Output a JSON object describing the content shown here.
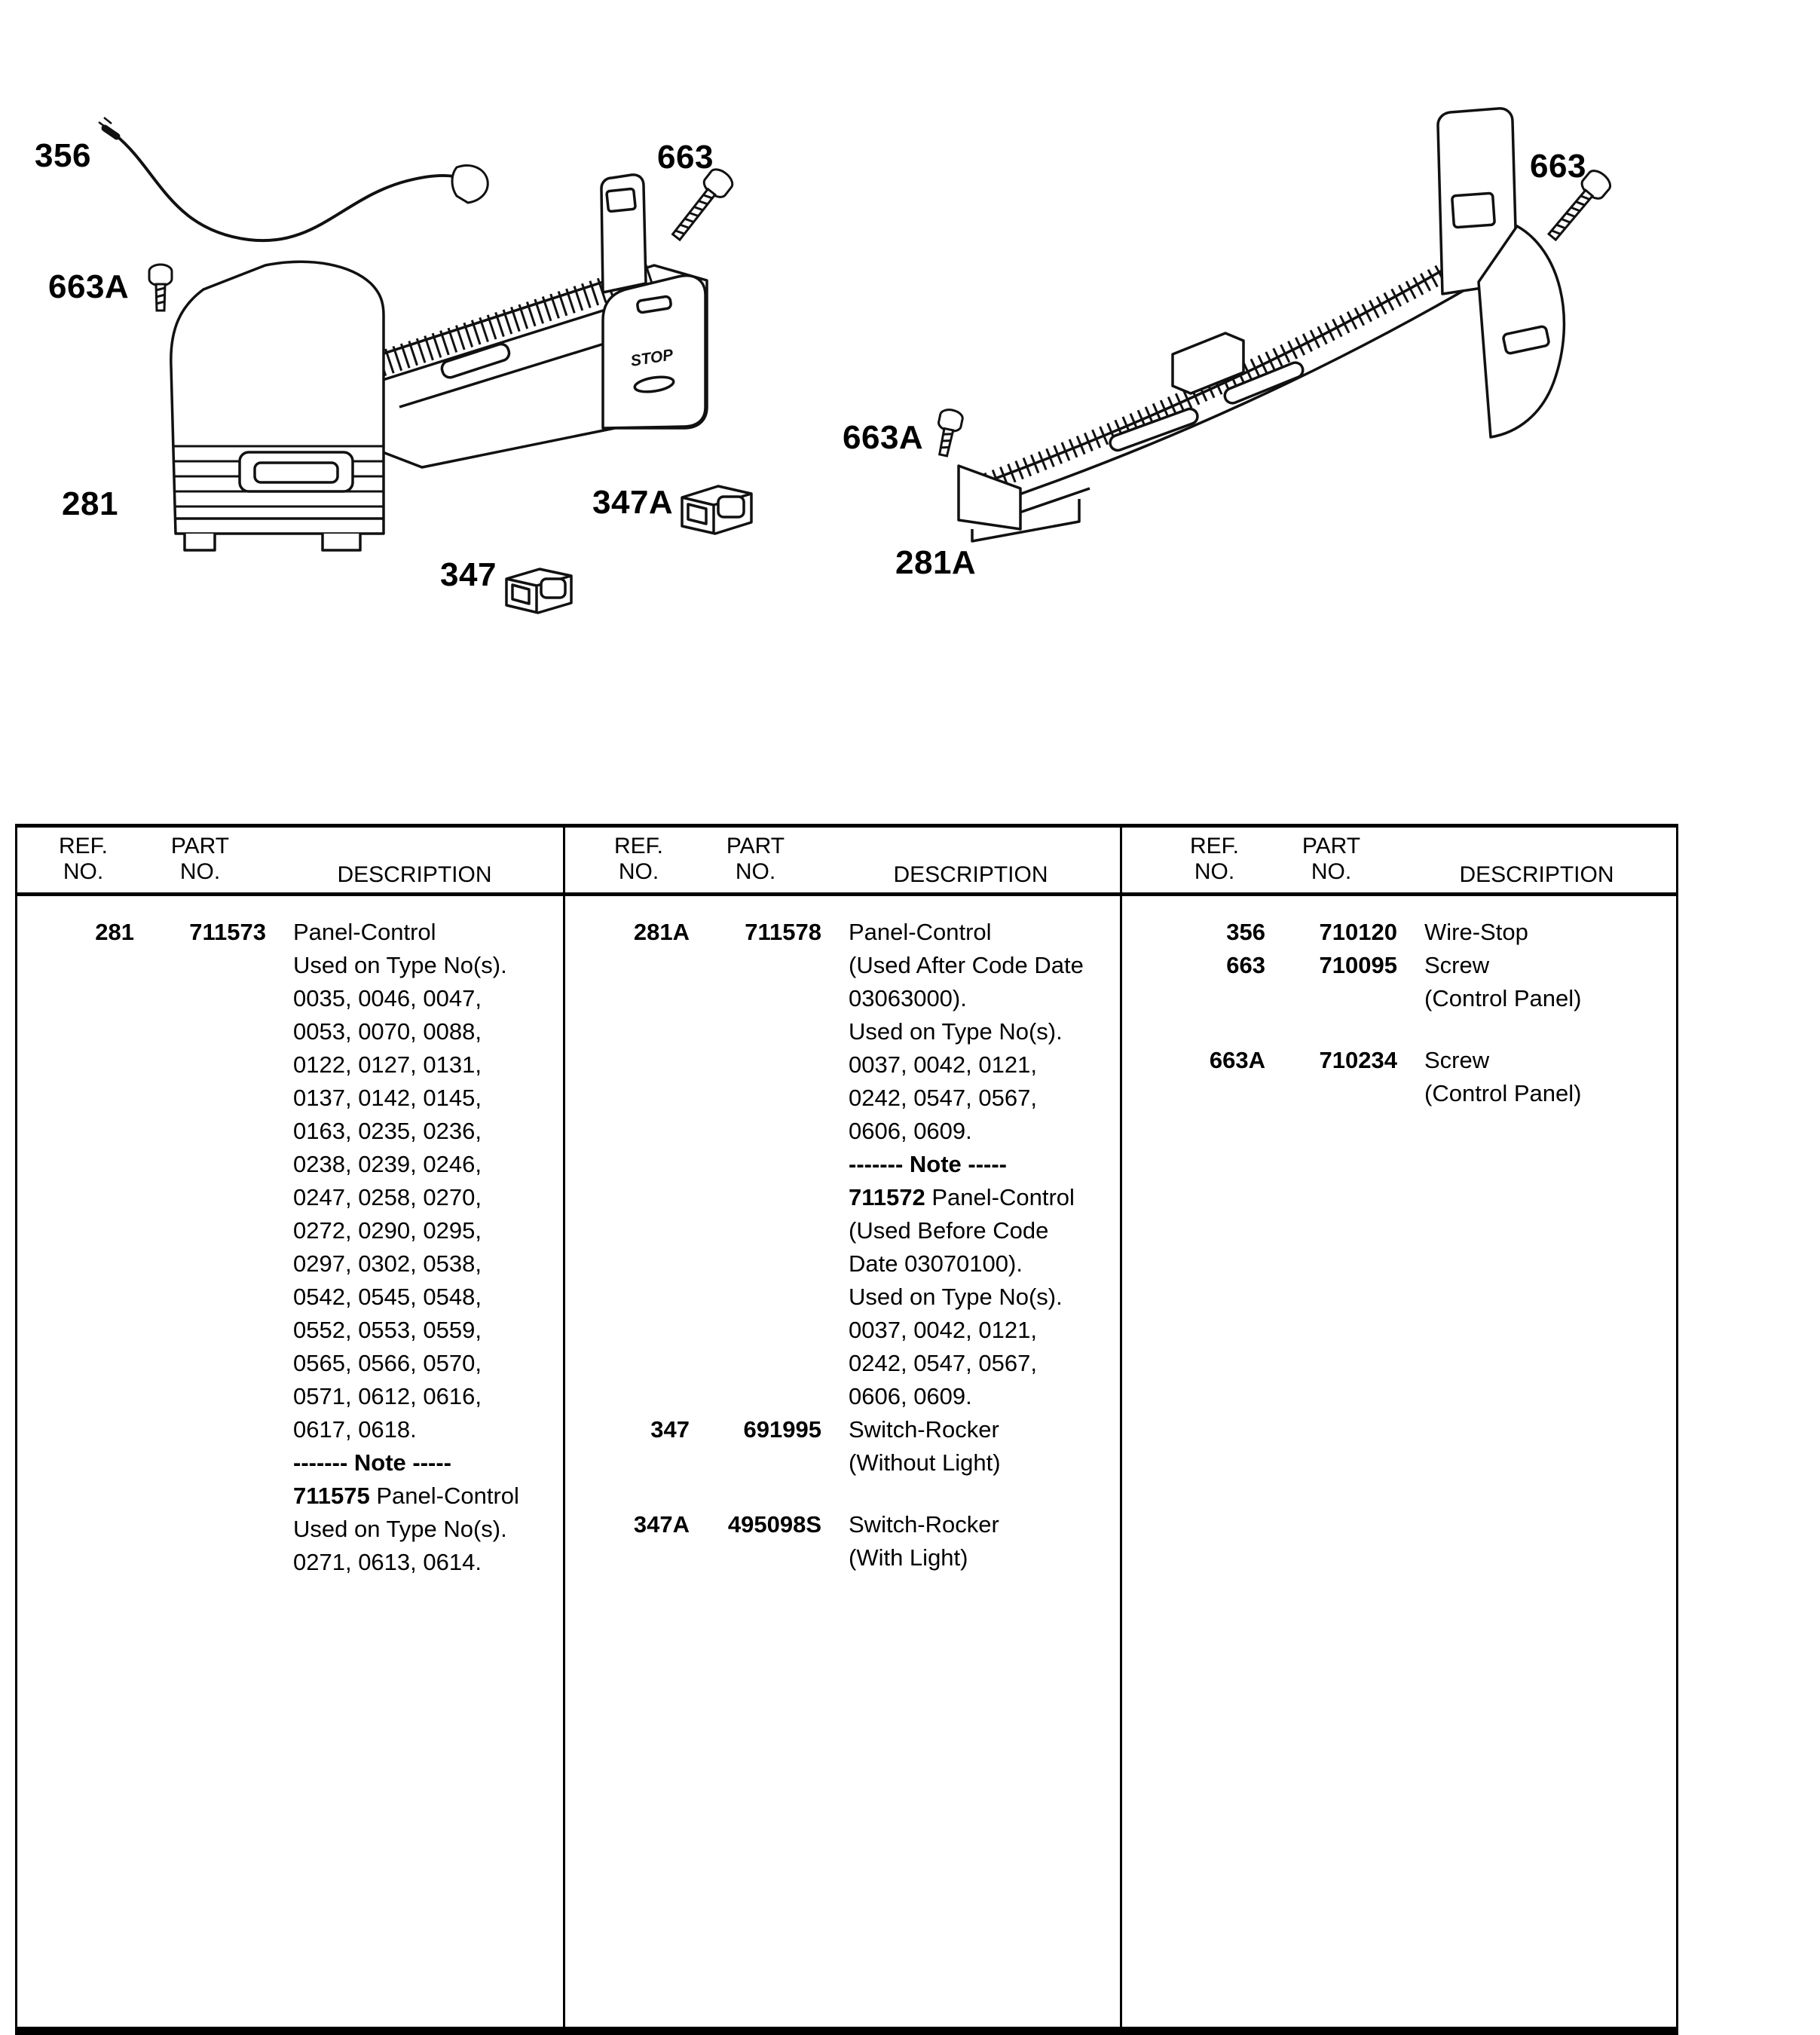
{
  "diagram": {
    "stop_label": "STOP",
    "labels": [
      {
        "text": "356"
      },
      {
        "text": "663"
      },
      {
        "text": "663A"
      },
      {
        "text": "281"
      },
      {
        "text": "347A"
      },
      {
        "text": "347"
      },
      {
        "text": "663A"
      },
      {
        "text": "281A"
      },
      {
        "text": "663"
      }
    ]
  },
  "table": {
    "header": {
      "ref": "REF.\nNO.",
      "part": "PART\nNO.",
      "desc": "DESCRIPTION"
    },
    "columns": [
      {
        "entries": [
          {
            "ref": "281",
            "part": "711573",
            "lines": [
              [
                {
                  "t": "Panel-Control"
                }
              ],
              [
                {
                  "t": "Used on Type No(s)."
                }
              ],
              [
                {
                  "t": "0035, 0046, 0047,"
                }
              ],
              [
                {
                  "t": "0053, 0070, 0088,"
                }
              ],
              [
                {
                  "t": "0122, 0127, 0131,"
                }
              ],
              [
                {
                  "t": "0137, 0142, 0145,"
                }
              ],
              [
                {
                  "t": "0163, 0235, 0236,"
                }
              ],
              [
                {
                  "t": "0238, 0239, 0246,"
                }
              ],
              [
                {
                  "t": "0247, 0258, 0270,"
                }
              ],
              [
                {
                  "t": "0272, 0290, 0295,"
                }
              ],
              [
                {
                  "t": "0297, 0302, 0538,"
                }
              ],
              [
                {
                  "t": "0542, 0545, 0548,"
                }
              ],
              [
                {
                  "t": "0552, 0553, 0559,"
                }
              ],
              [
                {
                  "t": "0565, 0566, 0570,"
                }
              ],
              [
                {
                  "t": "0571, 0612, 0616,"
                }
              ],
              [
                {
                  "t": "0617, 0618."
                }
              ],
              [
                {
                  "t": "------- Note -----",
                  "b": true
                }
              ],
              [
                {
                  "t": "711575",
                  "b": true
                },
                {
                  "t": " Panel-Control"
                }
              ],
              [
                {
                  "t": "Used on Type No(s)."
                }
              ],
              [
                {
                  "t": "0271, 0613, 0614."
                }
              ]
            ]
          }
        ]
      },
      {
        "entries": [
          {
            "ref": "281A",
            "part": "711578",
            "lines": [
              [
                {
                  "t": "Panel-Control"
                }
              ],
              [
                {
                  "t": "(Used After Code Date"
                }
              ],
              [
                {
                  "t": "03063000)."
                }
              ],
              [
                {
                  "t": "Used on Type No(s)."
                }
              ],
              [
                {
                  "t": "0037, 0042, 0121,"
                }
              ],
              [
                {
                  "t": "0242, 0547, 0567,"
                }
              ],
              [
                {
                  "t": "0606, 0609."
                }
              ],
              [
                {
                  "t": "------- Note -----",
                  "b": true
                }
              ],
              [
                {
                  "t": "711572",
                  "b": true
                },
                {
                  "t": " Panel-Control"
                }
              ],
              [
                {
                  "t": "(Used Before Code"
                }
              ],
              [
                {
                  "t": "Date 03070100)."
                }
              ],
              [
                {
                  "t": "Used on Type No(s)."
                }
              ],
              [
                {
                  "t": "0037, 0042, 0121,"
                }
              ],
              [
                {
                  "t": "0242, 0547, 0567,"
                }
              ],
              [
                {
                  "t": "0606, 0609."
                }
              ]
            ]
          },
          {
            "ref": "347",
            "part": "691995",
            "lines": [
              [
                {
                  "t": "Switch-Rocker"
                }
              ],
              [
                {
                  "t": "(Without Light)"
                }
              ]
            ]
          },
          {
            "ref": "347A",
            "part": "495098S",
            "gap": true,
            "lines": [
              [
                {
                  "t": "Switch-Rocker"
                }
              ],
              [
                {
                  "t": "(With Light)"
                }
              ]
            ]
          }
        ]
      },
      {
        "entries": [
          {
            "ref": "356",
            "part": "710120",
            "lines": [
              [
                {
                  "t": "Wire-Stop"
                }
              ]
            ]
          },
          {
            "ref": "663",
            "part": "710095",
            "lines": [
              [
                {
                  "t": "Screw"
                }
              ],
              [
                {
                  "t": "(Control Panel)"
                }
              ]
            ]
          },
          {
            "ref": "663A",
            "part": "710234",
            "gap": true,
            "lines": [
              [
                {
                  "t": "Screw"
                }
              ],
              [
                {
                  "t": "(Control Panel)"
                }
              ]
            ]
          }
        ]
      }
    ]
  }
}
